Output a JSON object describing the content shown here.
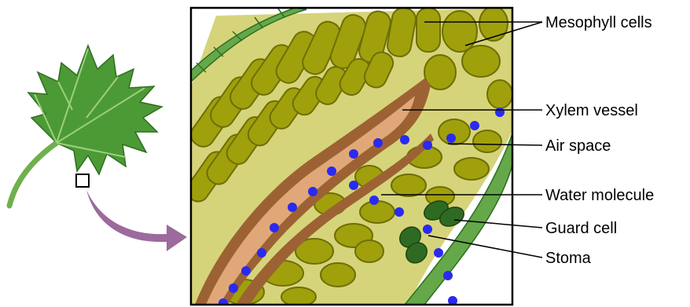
{
  "diagram": {
    "labels": {
      "mesophyll": "Mesophyll cells",
      "xylem": "Xylem vessel",
      "air_space": "Air space",
      "water": "Water molecule",
      "guard": "Guard cell",
      "stoma": "Stoma"
    },
    "colors": {
      "background": "#ffffff",
      "mesophyll_fill": "#a0a00c",
      "mesophyll_dark": "#8a8a08",
      "intercellular": "#d6d47a",
      "epidermis": "#64a84a",
      "xylem_wall": "#9c6234",
      "xylem_fill": "#e0a878",
      "water": "#2a2af0",
      "guard_cell": "#2f6a22",
      "leaf": "#4c9a36",
      "leaf_vein": "#9cd07c",
      "arrow": "#9c6a9c",
      "outline": "#000000"
    }
  }
}
